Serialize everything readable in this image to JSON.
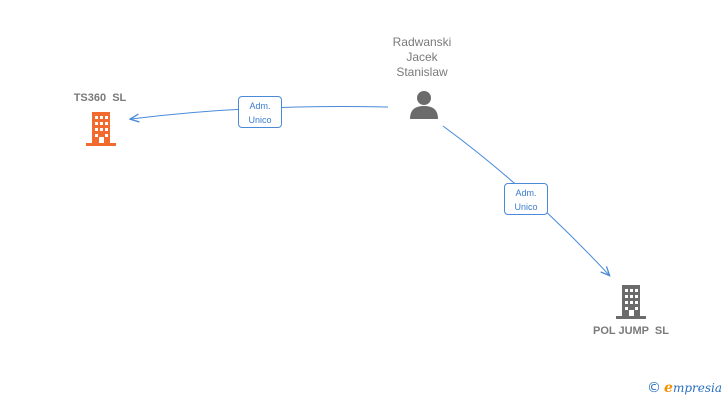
{
  "nodes": {
    "person": {
      "name_lines": [
        "Radwanski",
        "Jacek",
        "Stanislaw"
      ],
      "icon": "person-icon",
      "color": "#6b6b6b"
    },
    "company_1": {
      "name": "TS360  SL",
      "icon": "building-icon",
      "color": "#f26a2e"
    },
    "company_2": {
      "name": "POL JUMP  SL",
      "icon": "building-icon",
      "color": "#6b6b6b"
    }
  },
  "edges": [
    {
      "from": "person",
      "to": "company_1",
      "role_lines": [
        "Adm.",
        "Unico"
      ]
    },
    {
      "from": "person",
      "to": "company_2",
      "role_lines": [
        "Adm.",
        "Unico"
      ]
    }
  ],
  "colors": {
    "edge": "#4a8ad8"
  },
  "watermark": {
    "symbol": "©",
    "brand_initial": "e",
    "brand_rest": "mpresia"
  }
}
